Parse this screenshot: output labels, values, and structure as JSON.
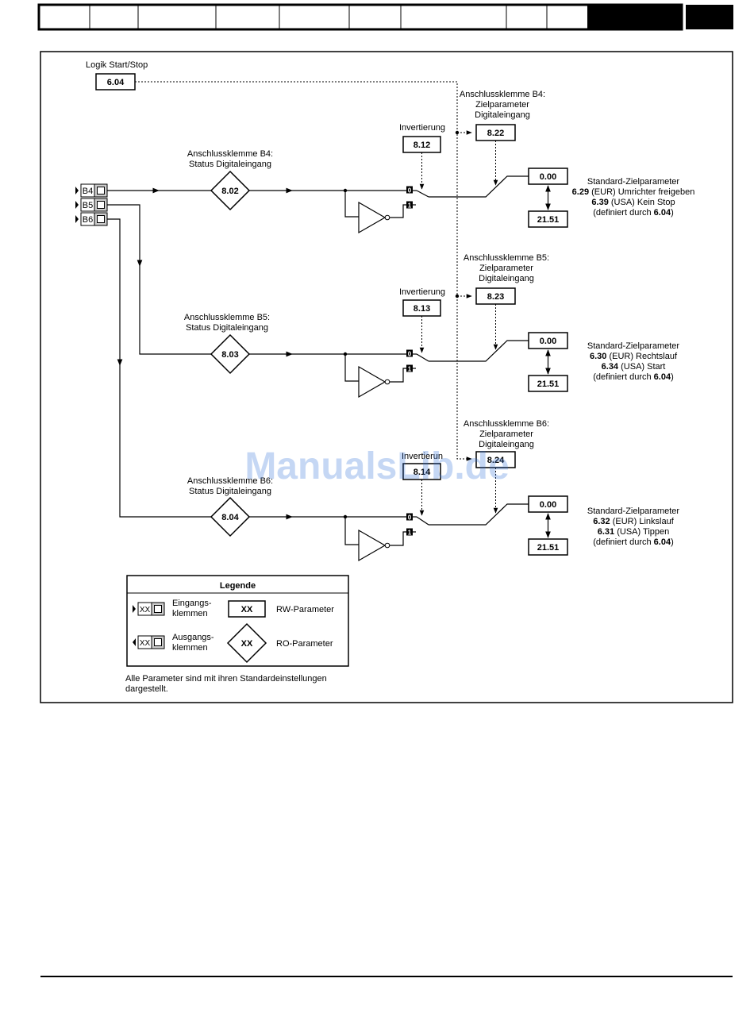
{
  "header": {
    "tabs": [
      "",
      "",
      "",
      "",
      "",
      "",
      "",
      "",
      "",
      "",
      ""
    ]
  },
  "logic": {
    "label": "Logik Start/Stop",
    "param": "6.04"
  },
  "channels": [
    {
      "terminal": "B4",
      "status_label": [
        "Anschlussklemme B4:",
        "Status Digitaleingang"
      ],
      "status_param": "8.02",
      "invert_label": "Invertierung",
      "invert_param": "8.12",
      "switch_0": "0",
      "switch_1": "1",
      "dest_label": [
        "Anschlussklemme B4:",
        "Zielparameter",
        "Digitaleingang"
      ],
      "dest_param": "8.22",
      "range_min": "0.00",
      "range_max": "21.51",
      "default_title": "Standard-Zielparameter",
      "default_eur_b": "6.29",
      "default_eur": " (EUR) Umrichter freigeben",
      "default_usa_b": "6.39",
      "default_usa": " (USA) Kein Stop",
      "defined_pre": "(definiert durch ",
      "defined_b": "6.04",
      "defined_post": ")"
    },
    {
      "terminal": "B5",
      "status_label": [
        "Anschlussklemme B5:",
        "Status Digitaleingang"
      ],
      "status_param": "8.03",
      "invert_label": "Invertierung",
      "invert_param": "8.13",
      "switch_0": "0",
      "switch_1": "1",
      "dest_label": [
        "Anschlussklemme B5:",
        "Zielparameter",
        "Digitaleingang"
      ],
      "dest_param": "8.23",
      "range_min": "0.00",
      "range_max": "21.51",
      "default_title": "Standard-Zielparameter",
      "default_eur_b": "6.30",
      "default_eur": " (EUR) Rechtslauf",
      "default_usa_b": "6.34",
      "default_usa": " (USA) Start",
      "defined_pre": "(definiert durch ",
      "defined_b": "6.04",
      "defined_post": ")"
    },
    {
      "terminal": "B6",
      "status_label": [
        "Anschlussklemme B6:",
        "Status Digitaleingang"
      ],
      "status_param": "8.04",
      "invert_label": "Invertierun",
      "invert_param": "8.14",
      "switch_0": "0",
      "switch_1": "1",
      "dest_label": [
        "Anschlussklemme B6:",
        "Zielparameter",
        "Digitaleingang"
      ],
      "dest_param": "8.24",
      "range_min": "0.00",
      "range_max": "21.51",
      "default_title": "Standard-Zielparameter",
      "default_eur_b": "6.32",
      "default_eur": " (EUR) Linkslauf",
      "default_usa_b": "6.31",
      "default_usa": " (USA) Tippen",
      "defined_pre": "(definiert durch  ",
      "defined_b": "6.04",
      "defined_post": ")"
    }
  ],
  "legend": {
    "title": "Legende",
    "xx": "XX",
    "input_line1": "Eingangs-",
    "input_line2": "klemmen",
    "output_line1": "Ausgangs-",
    "output_line2": "klemmen",
    "rw_symbol": "XX",
    "rw_label": "RW-Parameter",
    "ro_symbol": "XX",
    "ro_label": "RO-Parameter"
  },
  "footnote": [
    "Alle Parameter sind mit ihren Standardeinstellungen",
    "dargestellt."
  ],
  "watermark": "ManualsLib.de"
}
